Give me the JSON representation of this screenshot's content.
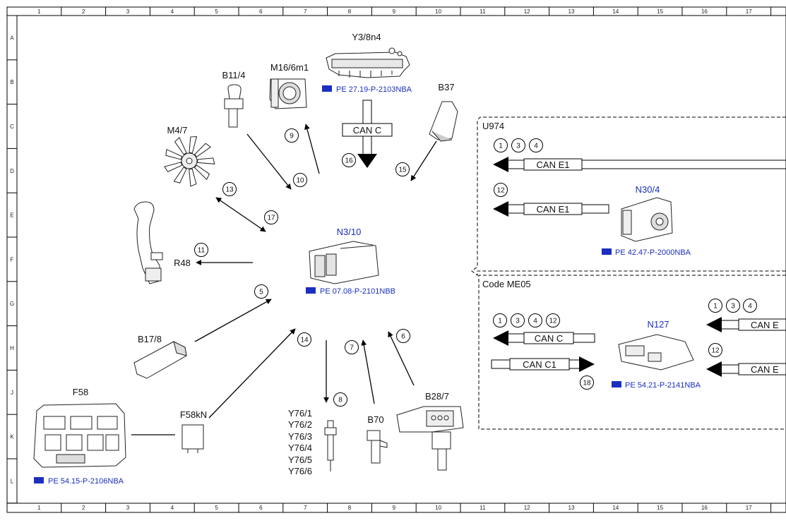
{
  "grid": {
    "columns": [
      "1",
      "2",
      "3",
      "4",
      "5",
      "6",
      "7",
      "8",
      "9",
      "10",
      "11",
      "12",
      "13",
      "14",
      "15",
      "16",
      "17"
    ],
    "rows": [
      "A",
      "B",
      "C",
      "D",
      "E",
      "F",
      "G",
      "H",
      "J",
      "K",
      "L"
    ]
  },
  "components": {
    "y3_8n4": "Y3/8n4",
    "m16_6m1": "M16/6m1",
    "b11_4": "B11/4",
    "b37": "B37",
    "m4_7": "M4/7",
    "n3_10": "N3/10",
    "r48": "R48",
    "b17_8": "B17/8",
    "f58": "F58",
    "f58kn": "F58kN",
    "y76": [
      "Y76/1",
      "Y76/2",
      "Y76/3",
      "Y76/4",
      "Y76/5",
      "Y76/6"
    ],
    "b70": "B70",
    "b28_7": "B28/7",
    "u974": "U974",
    "n30_4": "N30/4",
    "code_me05": "Code ME05",
    "n127": "N127"
  },
  "references": {
    "y3_8n4": "PE 27.19-P-2103NBA",
    "n3_10": "PE 07.08-P-2101NBB",
    "n30_4": "PE 42.47-P-2000NBA",
    "n127": "PE 54.21-P-2141NBA",
    "f58": "PE 54.15-P-2106NBA"
  },
  "buses": {
    "can_c_top": "CAN C",
    "can_e1_top": "CAN E1",
    "can_e1_mid": "CAN E1",
    "can_c_code": "CAN C",
    "can_c1_code": "CAN C1",
    "can_e_right1": "CAN E",
    "can_e_right2": "CAN E"
  },
  "signals": {
    "s5": "5",
    "s6": "6",
    "s7": "7",
    "s8": "8",
    "s9": "9",
    "s10": "10",
    "s11": "11",
    "s13": "13",
    "s14": "14",
    "s15": "15",
    "s16": "16",
    "s17": "17",
    "s18": "18"
  },
  "bus_signals": {
    "u974_row1": [
      "1",
      "3",
      "4"
    ],
    "u974_row2": [
      "12"
    ],
    "code_left": [
      "1",
      "3",
      "4",
      "12"
    ],
    "code_right1": [
      "1",
      "3",
      "4"
    ],
    "code_right2": [
      "12"
    ]
  }
}
